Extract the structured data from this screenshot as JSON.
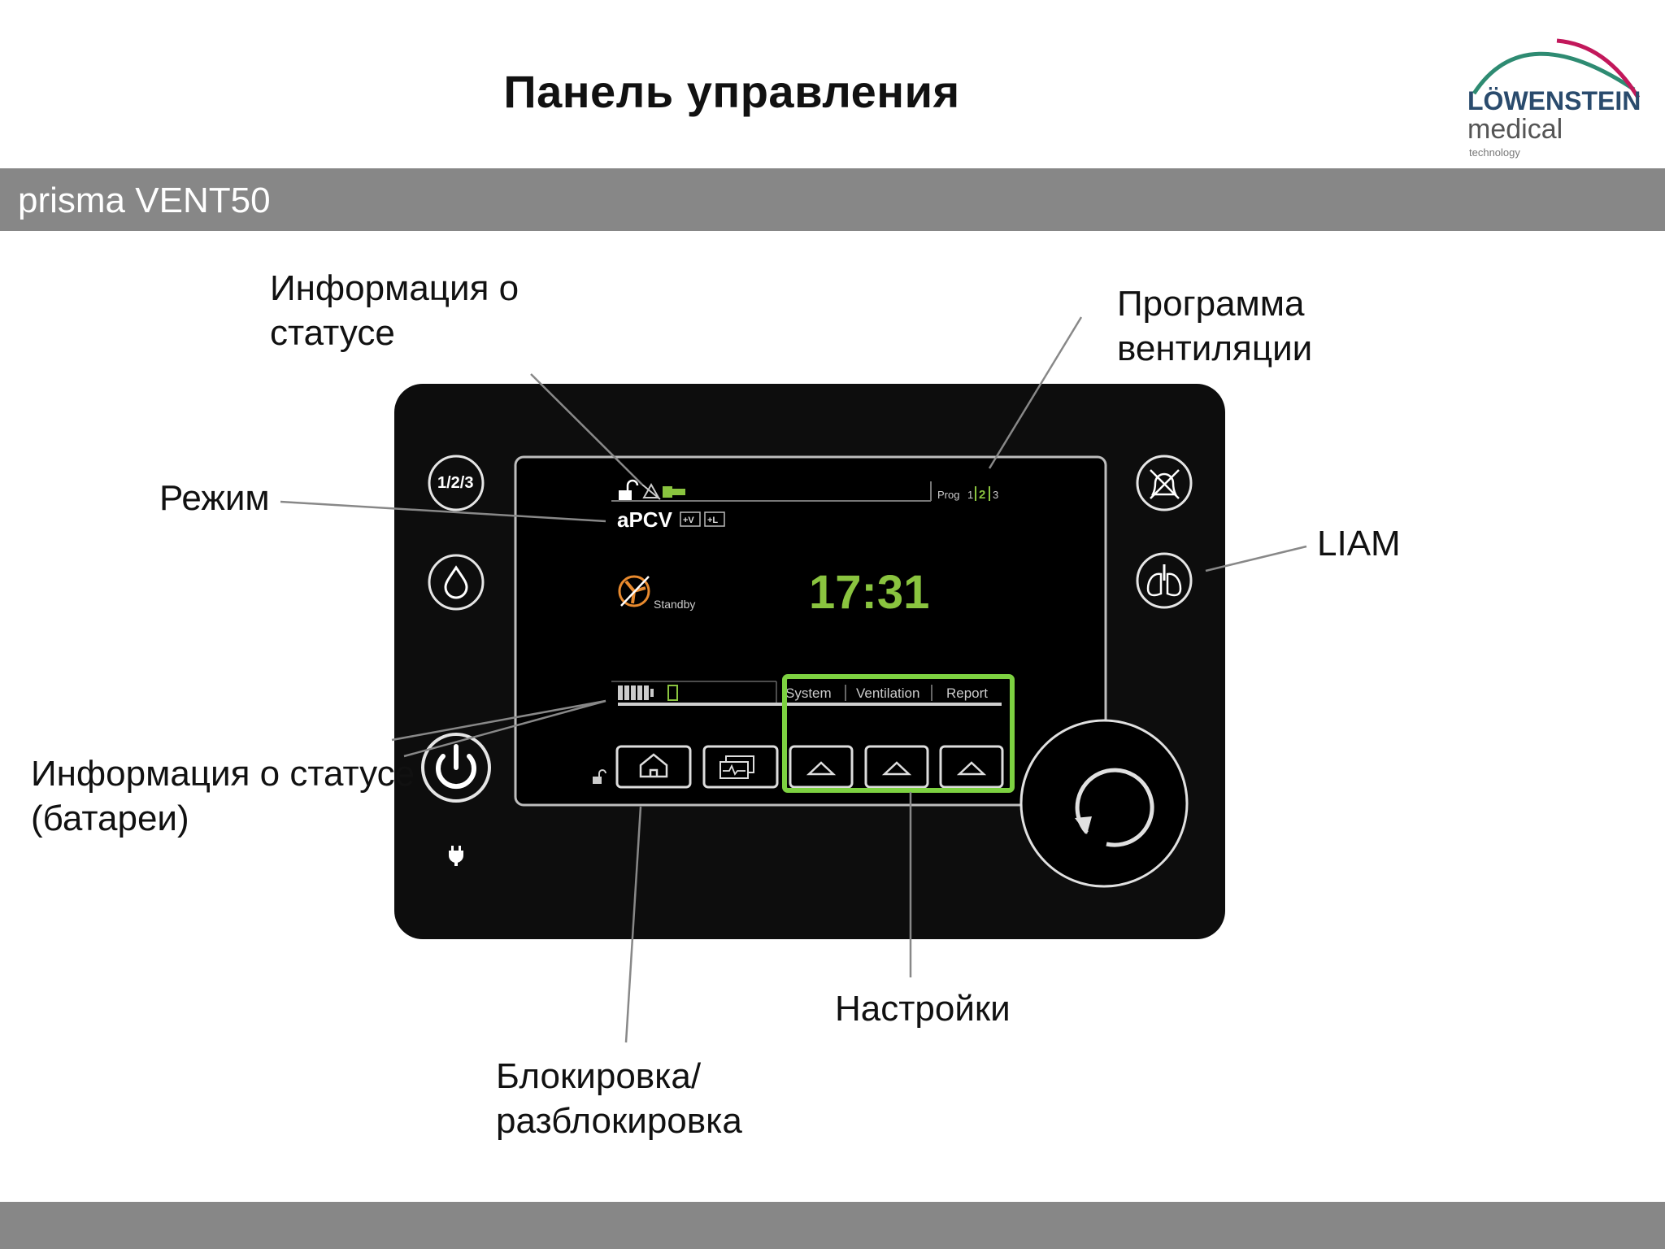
{
  "title": "Панель управления",
  "header": {
    "product": "prisma VENT50"
  },
  "logo": {
    "brand": "LÖWENSTEIN",
    "sub": "medical",
    "tag": "technology"
  },
  "callouts": {
    "status_info": [
      "Информация о",
      "статусе"
    ],
    "program": [
      "Программа",
      "вентиляции"
    ],
    "mode": "Режим",
    "liam": "LIAM",
    "battery": [
      "Информация о статусе",
      "(батареи)"
    ],
    "settings": "Настройки",
    "lock": [
      "Блокировка/",
      "разблокировка"
    ]
  },
  "screen": {
    "mode": "aPCV",
    "mode_tags": [
      "+V",
      "+L"
    ],
    "prog_label": "Prog",
    "prog_values": [
      "1",
      "2",
      "3"
    ],
    "prog_active": "2",
    "time": "17:31",
    "standby": "Standby",
    "tabs": [
      "System",
      "Ventilation",
      "Report"
    ]
  },
  "device_buttons": {
    "left_top_glyph": "1/2/3"
  },
  "colors": {
    "accent_green": "#8ac43f",
    "highlight_green": "#7dd141",
    "bar_gray": "#878787",
    "device": "#0d0d0d"
  },
  "icons": [
    "lock-open-icon",
    "alarm-off-icon",
    "plug-icon",
    "fan-icon",
    "battery-icon",
    "home-icon",
    "monitor-icon",
    "triangle-up-icon",
    "water-drop-icon",
    "power-icon",
    "plug-small-icon",
    "bell-off-icon",
    "lungs-icon",
    "rotary-knob-icon"
  ]
}
